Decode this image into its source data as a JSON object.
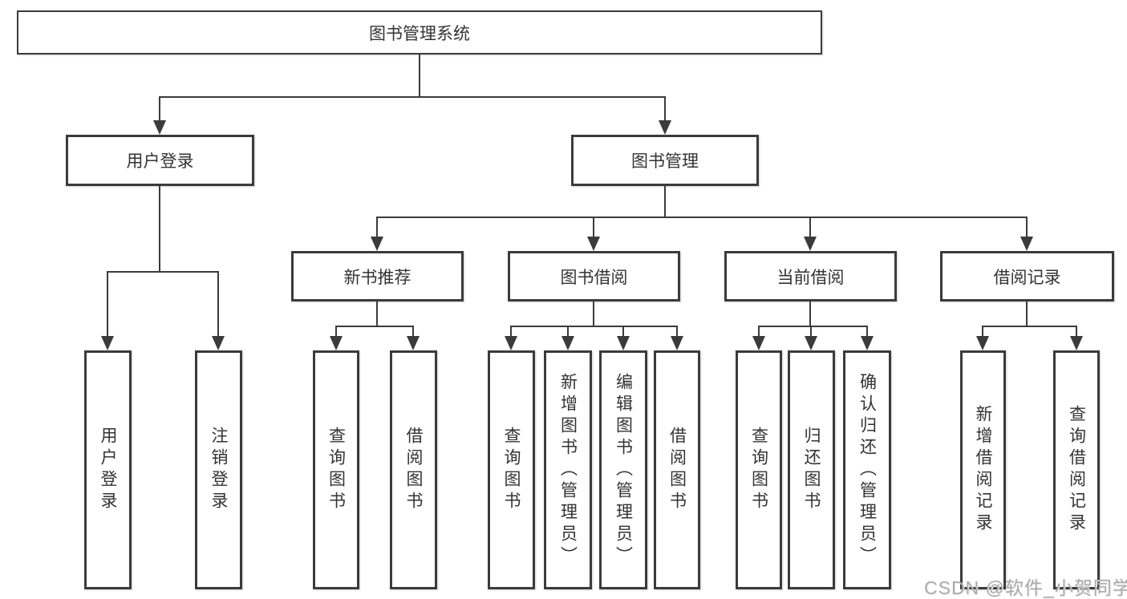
{
  "tree": {
    "root": "图书管理系统",
    "user": {
      "label": "用户登录",
      "children": [
        "用户登录",
        "注销登录"
      ]
    },
    "mgmt": {
      "label": "图书管理"
    },
    "groups": [
      {
        "label": "新书推荐",
        "children": [
          "查询图书",
          "借阅图书"
        ]
      },
      {
        "label": "图书借阅",
        "children": [
          "查询图书",
          "新增图书（管理员）",
          "编辑图书（管理员）",
          "借阅图书"
        ]
      },
      {
        "label": "当前借阅",
        "children": [
          "查询图书",
          "归还图书",
          "确认归还（管理员）"
        ]
      },
      {
        "label": "借阅记录",
        "children": [
          "新增借阅记录",
          "查询借阅记录"
        ]
      }
    ]
  },
  "watermark": {
    "text": "CSDN @软件_小贺同学"
  },
  "colors": {
    "line": "#3b3b3b",
    "text": "#333333",
    "watermark": "#ababab",
    "background": "#ffffff"
  }
}
